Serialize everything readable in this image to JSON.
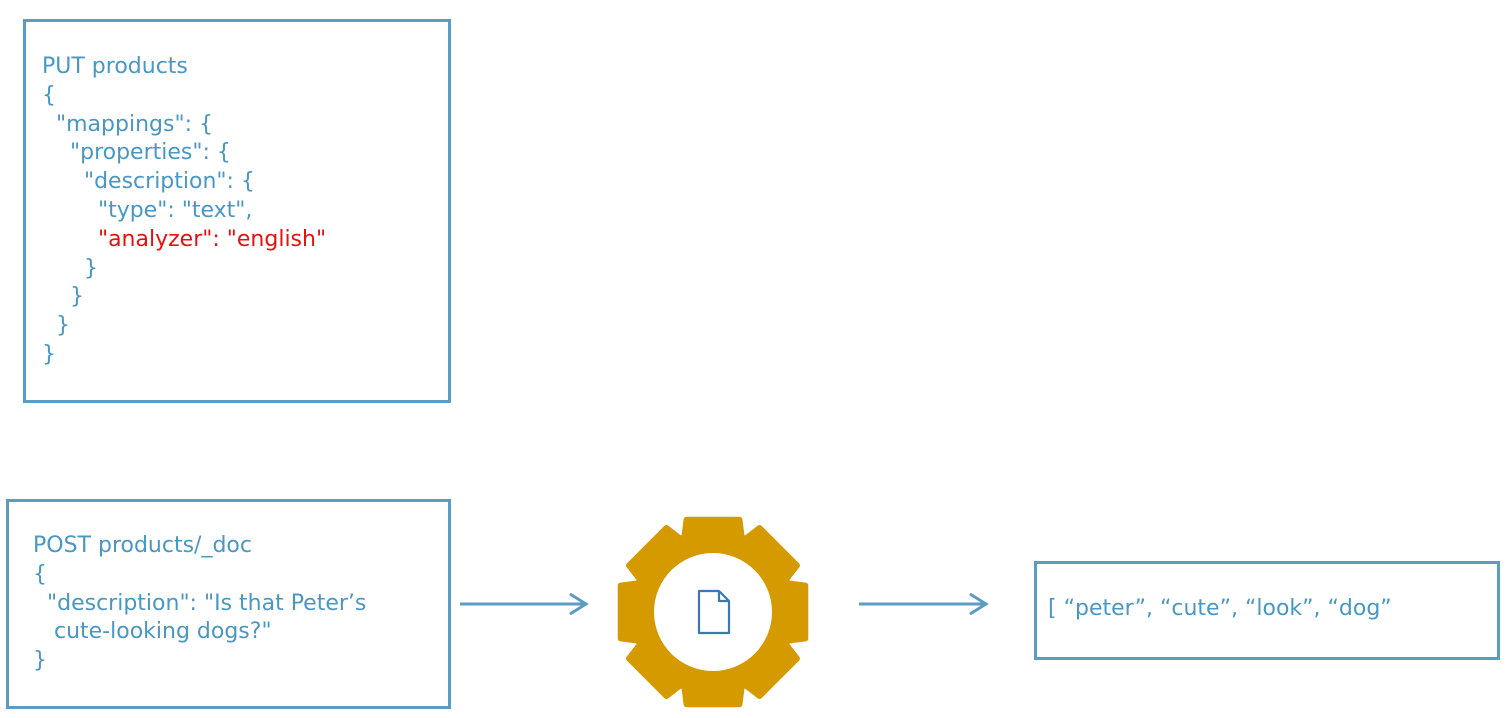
{
  "mapping_request": {
    "lines": [
      {
        "indent": "",
        "text": "PUT products",
        "highlight": false
      },
      {
        "indent": "",
        "text": "{",
        "highlight": false
      },
      {
        "indent": "  ",
        "text": "\"mappings\": {",
        "highlight": false
      },
      {
        "indent": "    ",
        "text": "\"properties\": {",
        "highlight": false
      },
      {
        "indent": "      ",
        "text": "\"description\": {",
        "highlight": false
      },
      {
        "indent": "        ",
        "text": "\"type\": \"text\",",
        "highlight": false
      },
      {
        "indent": "        ",
        "text": "\"analyzer\": \"english\"",
        "highlight": true
      },
      {
        "indent": "      ",
        "text": "}",
        "highlight": false
      },
      {
        "indent": "    ",
        "text": "}",
        "highlight": false
      },
      {
        "indent": "  ",
        "text": "}",
        "highlight": false
      },
      {
        "indent": "",
        "text": "}",
        "highlight": false
      }
    ]
  },
  "index_request": {
    "lines": [
      {
        "indent": "",
        "text": "POST products/_doc",
        "highlight": false
      },
      {
        "indent": "",
        "text": "{",
        "highlight": false
      },
      {
        "indent": "  ",
        "text": "\"description\": \"Is that Peter’s",
        "highlight": false
      },
      {
        "indent": "   ",
        "text": "cute-looking dogs?\"",
        "highlight": false
      },
      {
        "indent": "",
        "text": "}",
        "highlight": false
      }
    ]
  },
  "tokens_output": {
    "text": "[ “peter”, “cute”, “look”, “dog”"
  },
  "analyzer_icon": {
    "icon": "gear-icon",
    "inner_icon": "document-icon",
    "color": "#d49a00"
  },
  "colors": {
    "border": "#5b9cc0",
    "text": "#4a97c4",
    "highlight": "#e8100f",
    "arrow": "#5b9cc0",
    "doc_icon": "#3b78b0"
  }
}
